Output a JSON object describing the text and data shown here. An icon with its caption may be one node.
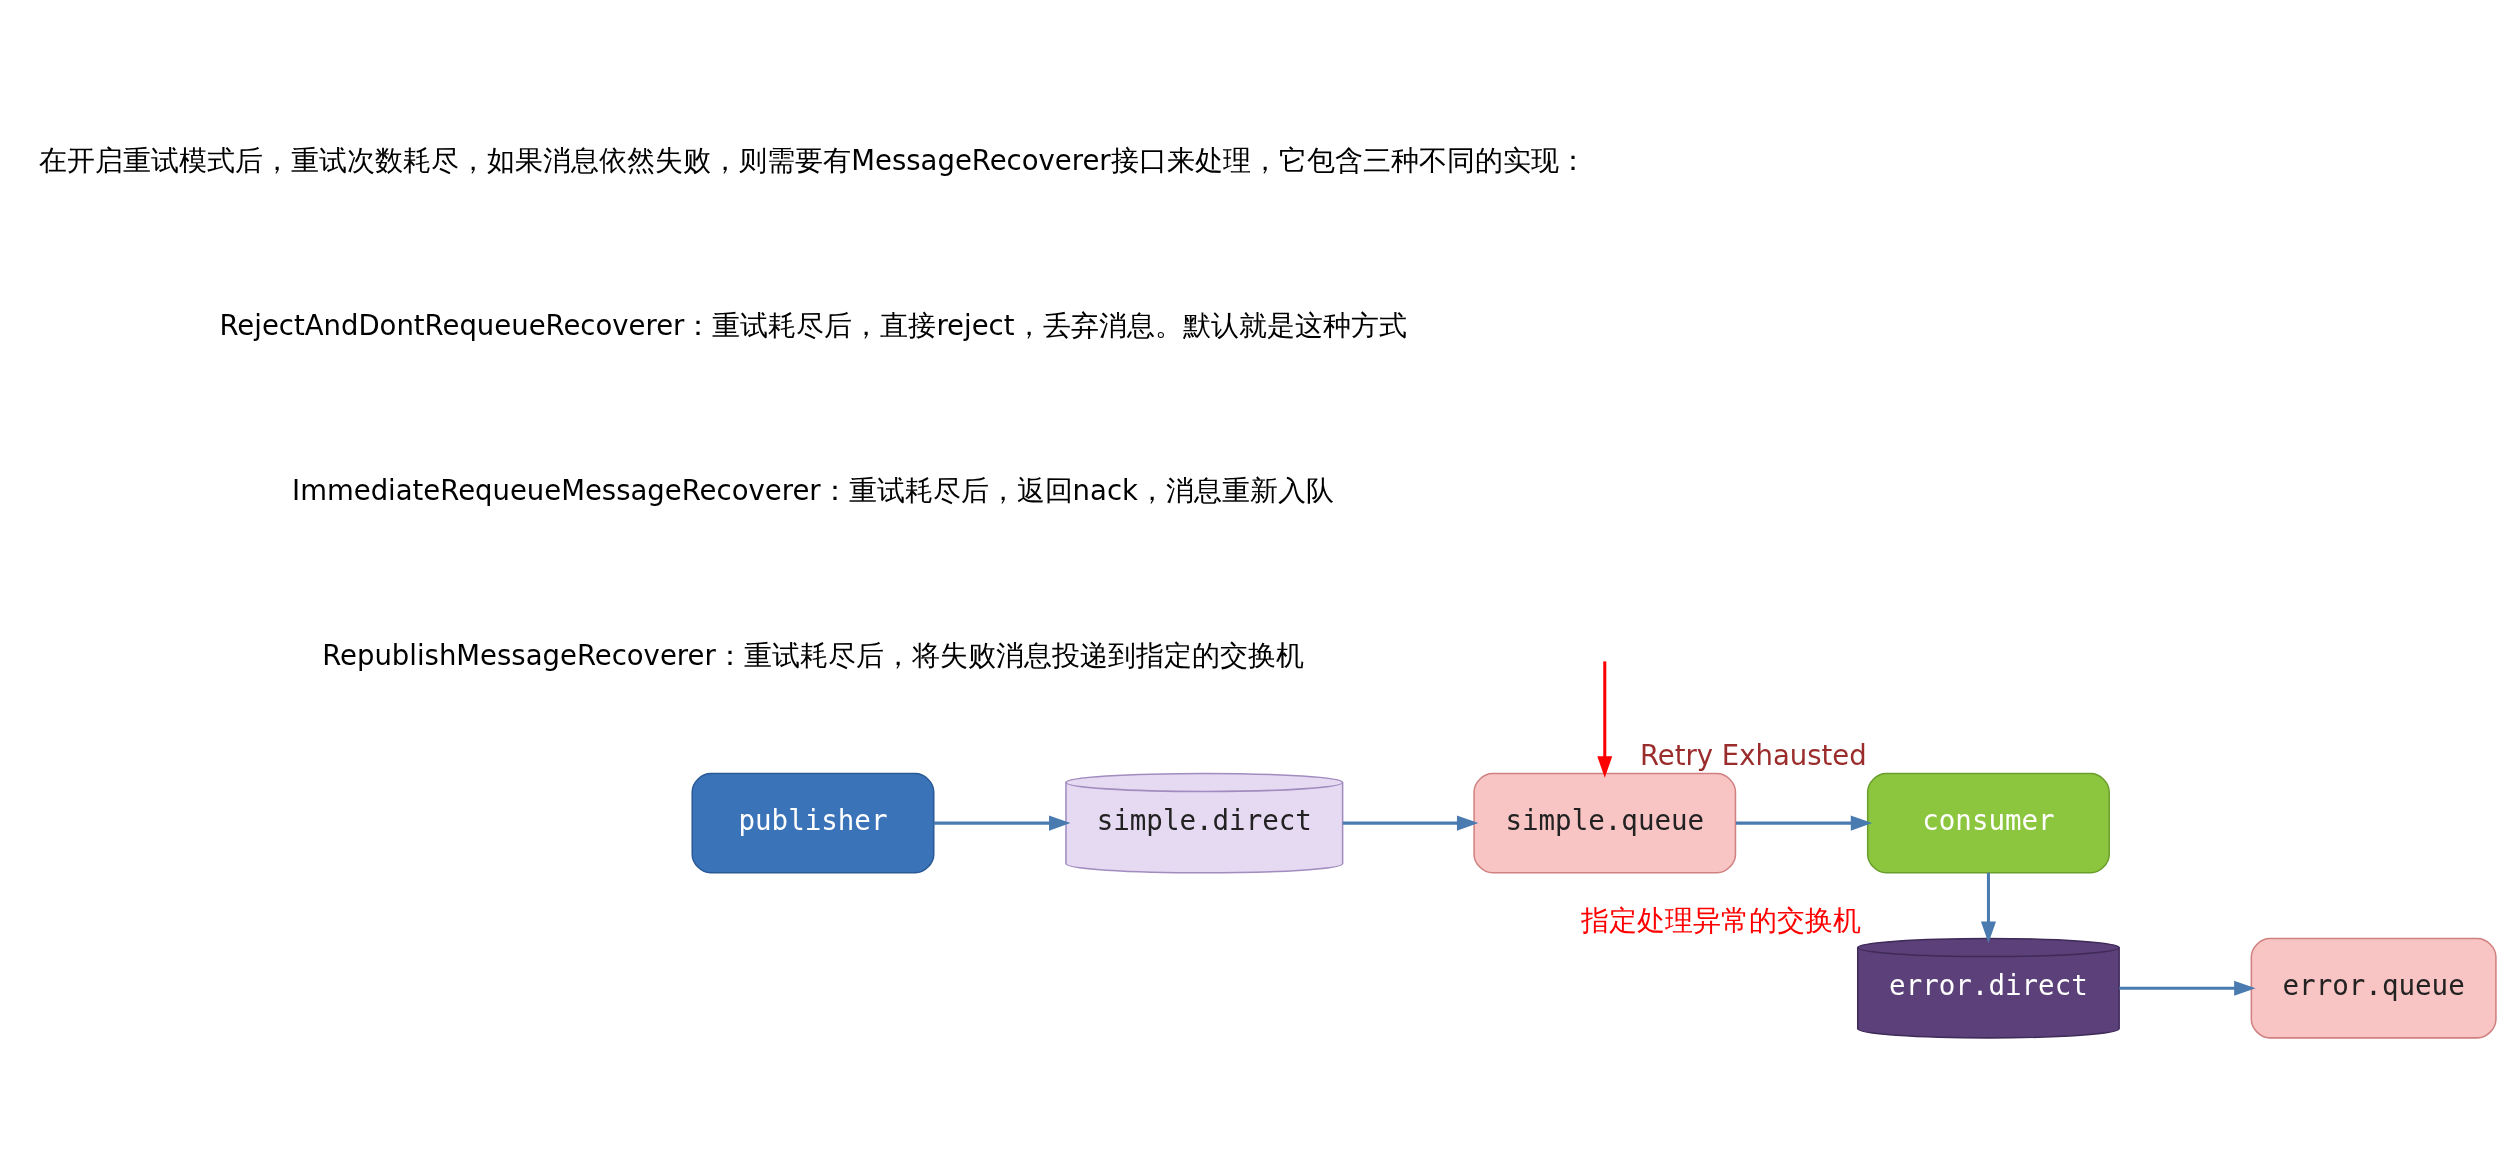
{
  "diagram": {
    "nodes": [
      {
        "text": [
          "publisher"
        ]
      },
      {
        "text": [
          "simple.direct"
        ]
      },
      {
        "text": [
          "simple.queue"
        ]
      },
      {
        "text": [
          "consumer"
        ],
        "beside": [
          "Retry Exhausted"
        ]
      },
      {
        "text": [
          "error.direct"
        ],
        "beside": [
          "指定处理异常的交换机"
        ]
      },
      {
        "text": [
          "error.queue"
        ]
      }
    ],
    "edges": [
      {
        "from": 0,
        "to": 1,
        "arrow": "to"
      },
      {
        "from": 1,
        "to": 2,
        "arrow": "to"
      },
      {
        "from": 2,
        "to": 3,
        "arrow": "to"
      },
      {
        "from": 3,
        "to": 4,
        "arrow": "to"
      },
      {
        "from": 4,
        "to": 5,
        "arrow": "to"
      },
      {
        "from": null,
        "to": 2,
        "arrow": "to",
        "color": "#ff0000"
      }
    ],
    "labels": [
      "在开启重试模式后，重试次数耗尽，如果消息依然失败，则需要有MessageRecoverer接口来处理，它包含三种不同的实现：",
      "RejectAndDontRequeueRecoverer：重试耗尽后，直接reject，丢弃消息。默认就是这种方式",
      "ImmediateRequeueMessageRecoverer：重试耗尽后，返回nack，消息重新入队",
      "RepublishMessageRecoverer：重试耗尽后，将失败消息投递到指定的交换机"
    ]
  }
}
